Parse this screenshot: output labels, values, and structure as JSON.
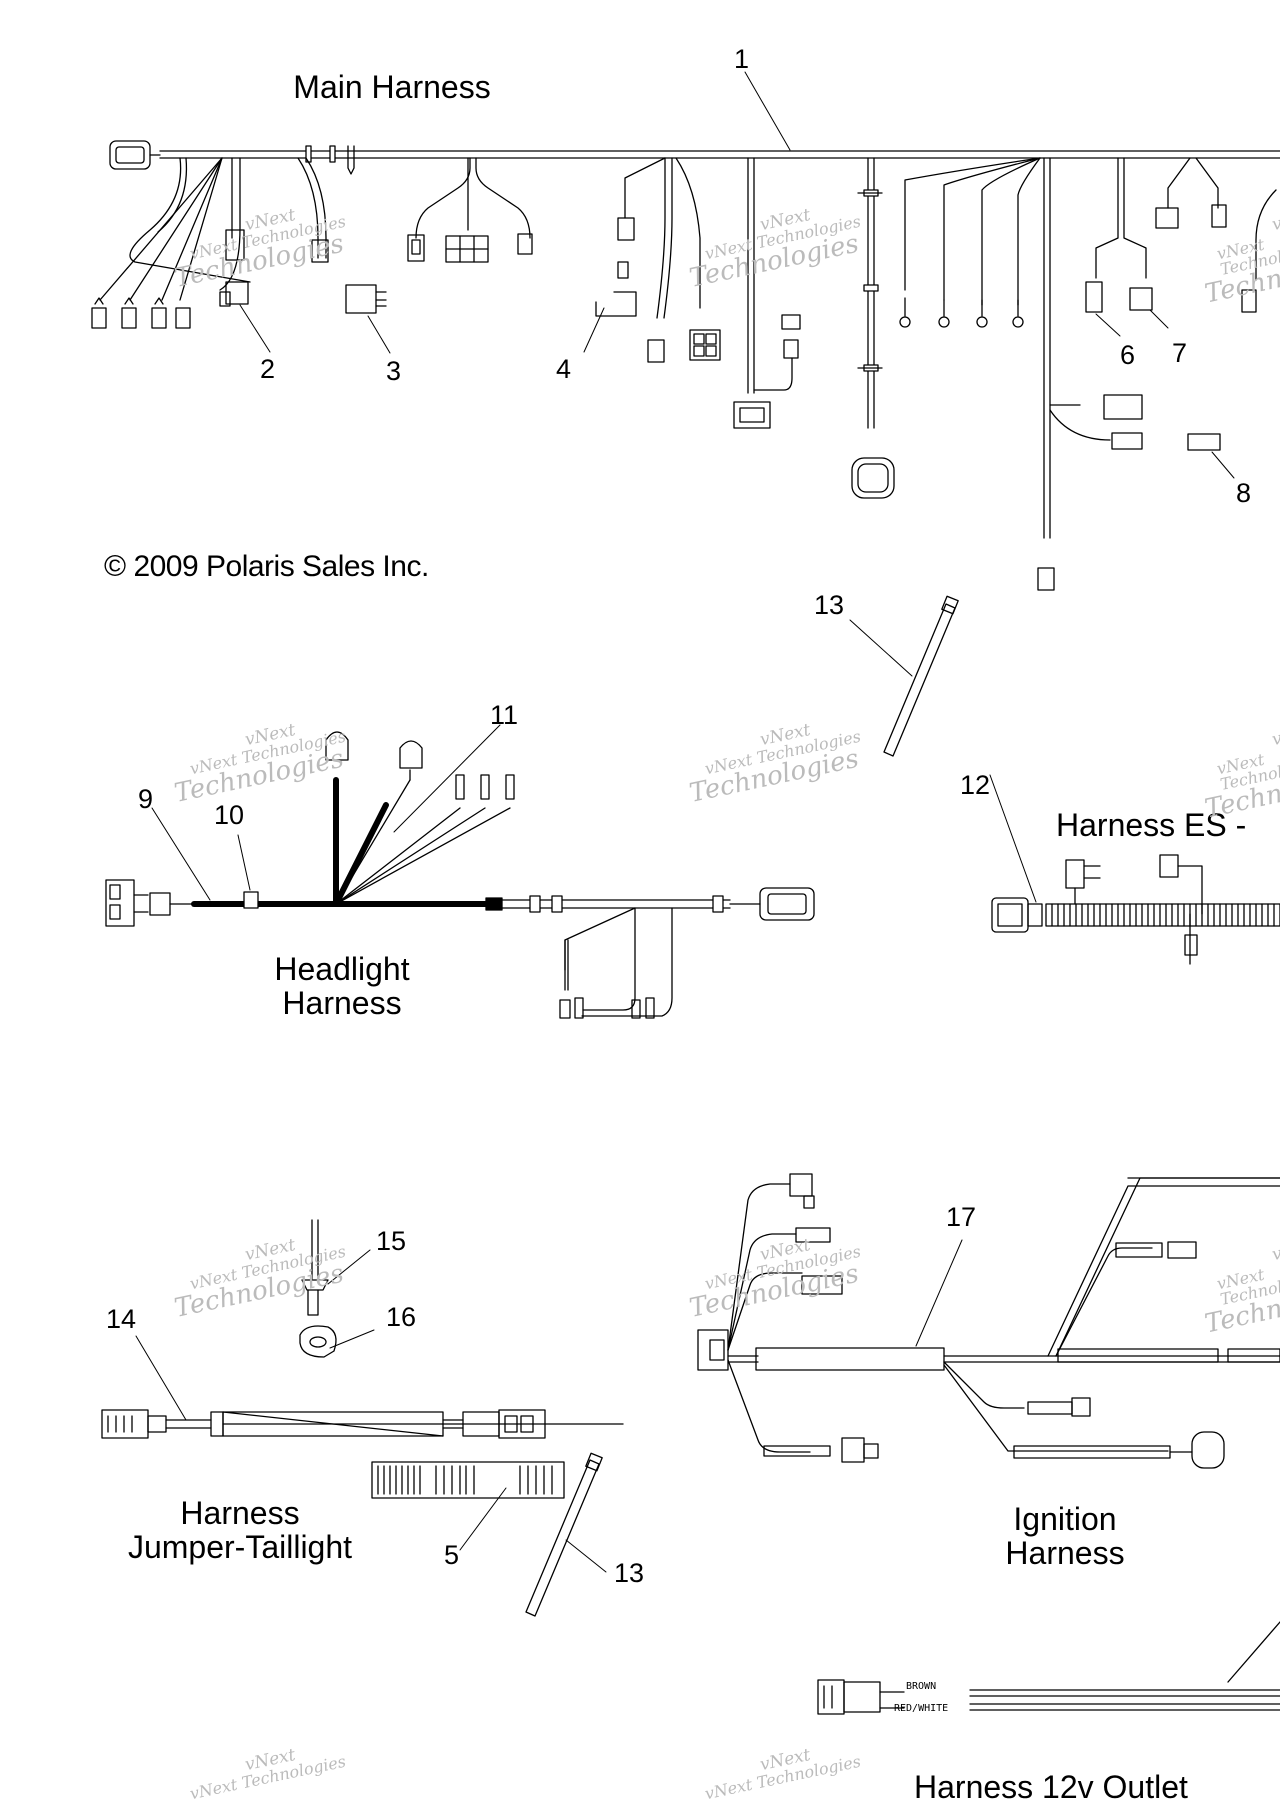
{
  "titles": {
    "main": "Main Harness",
    "headlight": "Headlight\nHarness",
    "es": "Harness ES -",
    "jumper": "Harness\nJumper-Taillight",
    "ignition": "Ignition\nHarness",
    "outlet": "Harness 12v Outlet"
  },
  "copyright": "© 2009 Polaris Sales Inc.",
  "callouts": [
    "1",
    "2",
    "3",
    "4",
    "6",
    "7",
    "8",
    "13",
    "9",
    "10",
    "11",
    "12",
    "15",
    "16",
    "14",
    "17",
    "5",
    "13"
  ],
  "wire_labels": {
    "brown": "BROWN",
    "red_white": "RED/WHITE"
  },
  "watermark": {
    "line1": "vNext",
    "line2": "vNext Technologies",
    "line3": "Technologies"
  }
}
